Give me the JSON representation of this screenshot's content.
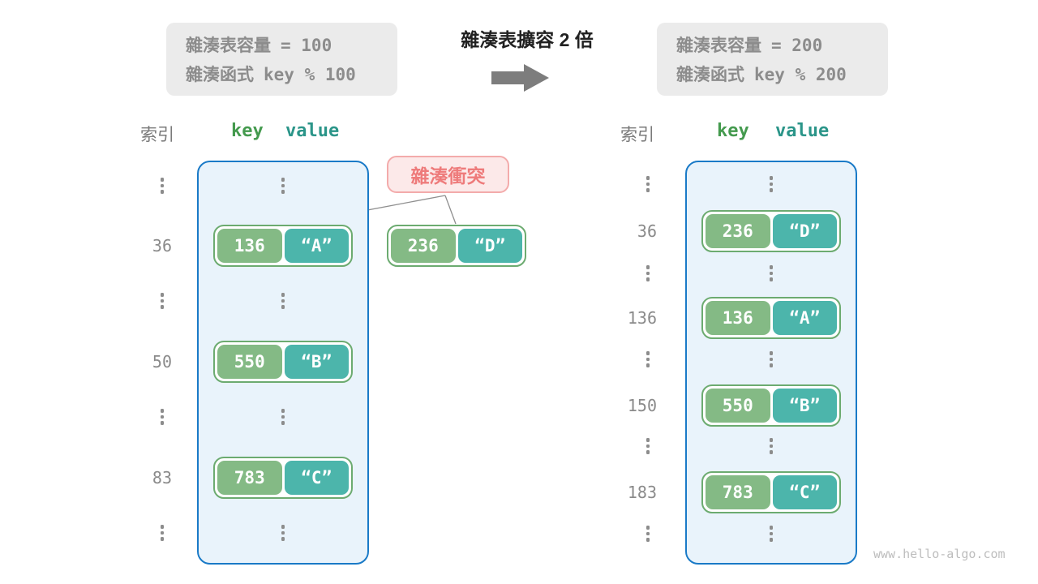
{
  "info_boxes": {
    "left": {
      "capacity_label": "雜湊表容量",
      "capacity_value": "= 100",
      "function_label": "雜湊函式",
      "function_value": "key % 100"
    },
    "right": {
      "capacity_label": "雜湊表容量",
      "capacity_value": "= 200",
      "function_label": "雜湊函式",
      "function_value": "key % 200"
    }
  },
  "transition": {
    "title": "雜湊表擴容 2 倍",
    "arrow_icon": "right-arrow"
  },
  "collision": {
    "label": "雜湊衝突",
    "pair": {
      "key": "236",
      "value": "“D”"
    }
  },
  "left_table": {
    "headers": {
      "index": "索引",
      "key": "key",
      "value": "value"
    },
    "rows": [
      {
        "type": "ellipsis"
      },
      {
        "type": "pair",
        "index": "36",
        "key": "136",
        "value": "“A”"
      },
      {
        "type": "ellipsis"
      },
      {
        "type": "pair",
        "index": "50",
        "key": "550",
        "value": "“B”"
      },
      {
        "type": "ellipsis"
      },
      {
        "type": "pair",
        "index": "83",
        "key": "783",
        "value": "“C”"
      },
      {
        "type": "ellipsis"
      }
    ]
  },
  "right_table": {
    "headers": {
      "index": "索引",
      "key": "key",
      "value": "value"
    },
    "rows": [
      {
        "type": "ellipsis"
      },
      {
        "type": "pair",
        "index": "36",
        "key": "236",
        "value": "“D”"
      },
      {
        "type": "ellipsis"
      },
      {
        "type": "pair",
        "index": "136",
        "key": "136",
        "value": "“A”"
      },
      {
        "type": "ellipsis"
      },
      {
        "type": "pair",
        "index": "150",
        "key": "550",
        "value": "“B”"
      },
      {
        "type": "ellipsis"
      },
      {
        "type": "pair",
        "index": "183",
        "key": "783",
        "value": "“C”"
      },
      {
        "type": "ellipsis"
      }
    ]
  },
  "watermark": "www.hello-algo.com",
  "colors": {
    "table_fill": "#e9f3fb",
    "table_border": "#1a7ac7",
    "key_pill": "#84ba85",
    "value_pill": "#4cb5ab",
    "pair_border": "#6cab70",
    "info_box_fill": "#ebebeb",
    "info_text": "#8c8c8c",
    "collision_fill": "#fce9e9",
    "collision_border": "#f3abab",
    "collision_text": "#ee7b7b",
    "header_key": "#449a4e",
    "header_value": "#2b9589",
    "index_text": "#8a8a8a",
    "arrow": "#7d7d7d",
    "title_text": "#212121",
    "connector_line": "#8f8f8f",
    "watermark_text": "#bdbdbd"
  }
}
